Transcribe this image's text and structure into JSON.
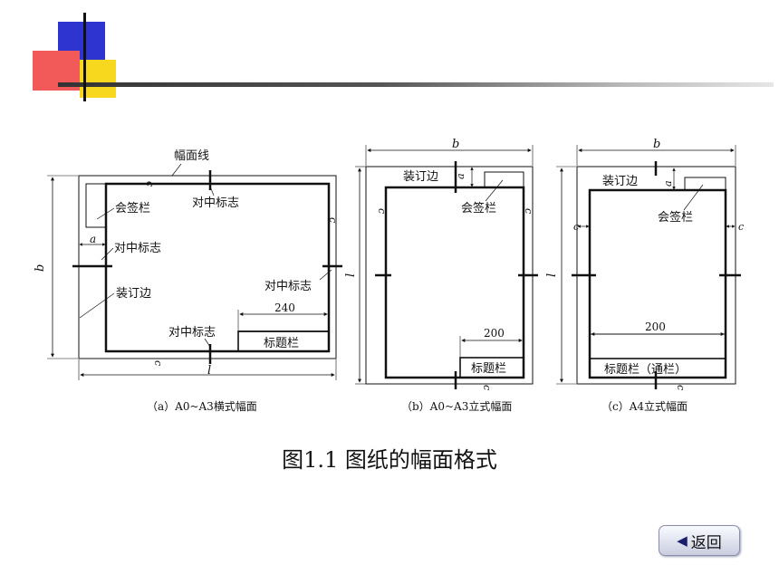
{
  "figure": {
    "caption": "图1.1 图纸的幅面格式",
    "panel_a": {
      "label": "（a）A0~A3横式幅面",
      "border_line": "幅面线",
      "countersign": "会签栏",
      "center_mark_top": "对中标志",
      "center_mark_left": "对中标志",
      "center_mark_right": "对中标志",
      "center_mark_bottom": "对中标志",
      "binding_edge": "装订边",
      "title_block": "标题栏",
      "dim_title_width": "240",
      "dim_b": "b",
      "dim_l": "l",
      "dim_a": "a",
      "dim_c": "c"
    },
    "panel_b": {
      "label": "（b）A0~A3立式幅面",
      "binding_edge": "装订边",
      "countersign": "会签栏",
      "title_block": "标题栏",
      "dim_title_width": "200",
      "dim_b": "b",
      "dim_l": "l",
      "dim_a": "a",
      "dim_c": "c"
    },
    "panel_c": {
      "label": "（c）A4立式幅面",
      "binding_edge": "装订边",
      "countersign": "会签栏",
      "title_block": "标题栏（通栏）",
      "dim_title_width": "200",
      "dim_b": "b",
      "dim_l": "l",
      "dim_a": "a",
      "dim_c": "c"
    }
  },
  "nav": {
    "back_label": "返回",
    "back_icon": "left-triangle-icon"
  },
  "colors": {
    "deco_blue": "#2e34d0",
    "deco_red": "#f25a5a",
    "deco_yellow": "#f7d81e",
    "line": "#111111"
  }
}
